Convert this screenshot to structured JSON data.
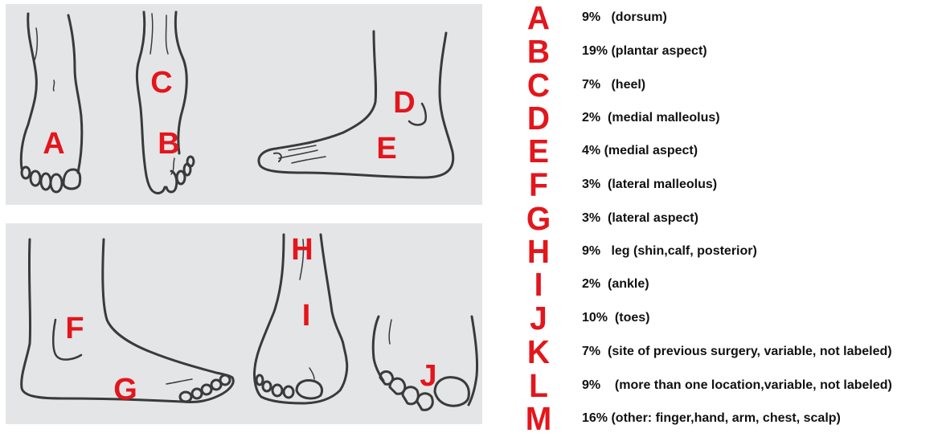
{
  "colors": {
    "letter_red": "#e3161c",
    "panel_background": "#e4e5e7",
    "outline": "#3a3a3a",
    "text": "#111111"
  },
  "diagram": {
    "labels": [
      "A",
      "B",
      "C",
      "D",
      "E",
      "F",
      "G",
      "H",
      "I",
      "J"
    ]
  },
  "legend": [
    {
      "letter": "A",
      "text": "9%   (dorsum)"
    },
    {
      "letter": "B",
      "text": "19% (plantar aspect)"
    },
    {
      "letter": "C",
      "text": "7%   (heel)"
    },
    {
      "letter": "D",
      "text": "2%  (medial malleolus)"
    },
    {
      "letter": "E",
      "text": "4% (medial aspect)"
    },
    {
      "letter": "F",
      "text": "3%  (lateral malleolus)"
    },
    {
      "letter": "G",
      "text": "3%  (lateral aspect)"
    },
    {
      "letter": "H",
      "text": "9%   leg (shin,calf, posterior)"
    },
    {
      "letter": "I",
      "text": "2%  (ankle)"
    },
    {
      "letter": "J",
      "text": "10%  (toes)"
    },
    {
      "letter": "K",
      "text": "7%  (site of previous surgery, variable, not labeled)"
    },
    {
      "letter": "L",
      "text": "9%    (more than one location,variable, not labeled)"
    },
    {
      "letter": "M",
      "text": "16% (other: finger,hand, arm, chest, scalp)"
    }
  ]
}
